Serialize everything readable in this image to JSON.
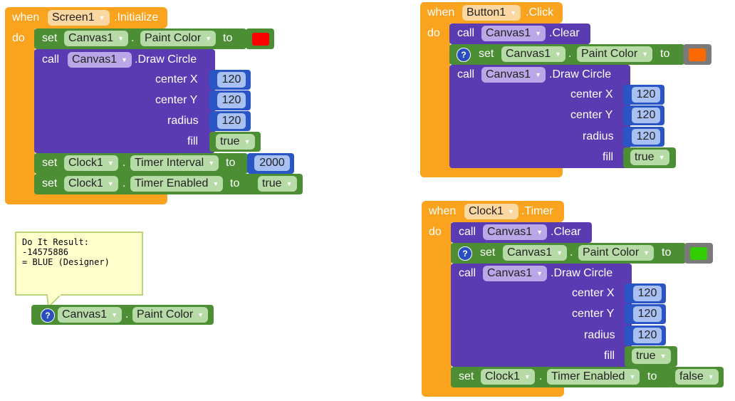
{
  "kw": {
    "when": "when",
    "do": "do",
    "set": "set",
    "call": "call",
    "to": "to",
    "dot": "."
  },
  "screen_init": {
    "component": "Screen1",
    "event": ".Initialize",
    "set_paint": {
      "component": "Canvas1",
      "property": "Paint Color",
      "color": "#ff0000"
    },
    "draw": {
      "component": "Canvas1",
      "method": ".Draw Circle",
      "params": [
        {
          "label": "center X",
          "value": "120"
        },
        {
          "label": "center Y",
          "value": "120"
        },
        {
          "label": "radius",
          "value": "120"
        }
      ],
      "fill_label": "fill",
      "fill_value": "true"
    },
    "set_interval": {
      "component": "Clock1",
      "property": "Timer Interval",
      "value": "2000"
    },
    "set_enabled": {
      "component": "Clock1",
      "property": "Timer Enabled",
      "value": "true"
    }
  },
  "button_click": {
    "component": "Button1",
    "event": ".Click",
    "clear": {
      "component": "Canvas1",
      "method": ".Clear"
    },
    "set_paint": {
      "component": "Canvas1",
      "property": "Paint Color",
      "color": "#ff6a00"
    },
    "draw": {
      "component": "Canvas1",
      "method": ".Draw Circle",
      "params": [
        {
          "label": "center X",
          "value": "120"
        },
        {
          "label": "center Y",
          "value": "120"
        },
        {
          "label": "radius",
          "value": "120"
        }
      ],
      "fill_label": "fill",
      "fill_value": "true"
    }
  },
  "clock_timer": {
    "component": "Clock1",
    "event": ".Timer",
    "clear": {
      "component": "Canvas1",
      "method": ".Clear"
    },
    "set_paint": {
      "component": "Canvas1",
      "property": "Paint Color",
      "color": "#33cc00"
    },
    "draw": {
      "component": "Canvas1",
      "method": ".Draw Circle",
      "params": [
        {
          "label": "center X",
          "value": "120"
        },
        {
          "label": "center Y",
          "value": "120"
        },
        {
          "label": "radius",
          "value": "120"
        }
      ],
      "fill_label": "fill",
      "fill_value": "true"
    },
    "set_enabled": {
      "component": "Clock1",
      "property": "Timer Enabled",
      "value": "false"
    }
  },
  "do_it": {
    "result": "Do It Result:\n-14575886\n= BLUE (Designer)",
    "getter": {
      "component": "Canvas1",
      "property": "Paint Color"
    }
  },
  "colors": {
    "event": "#f9a31e",
    "procedure": "#5b3bb1",
    "setter": "#4c8e33",
    "number": "#2a55c4"
  },
  "icons": {
    "dropdown": "triangle-down",
    "help": "question-mark"
  }
}
